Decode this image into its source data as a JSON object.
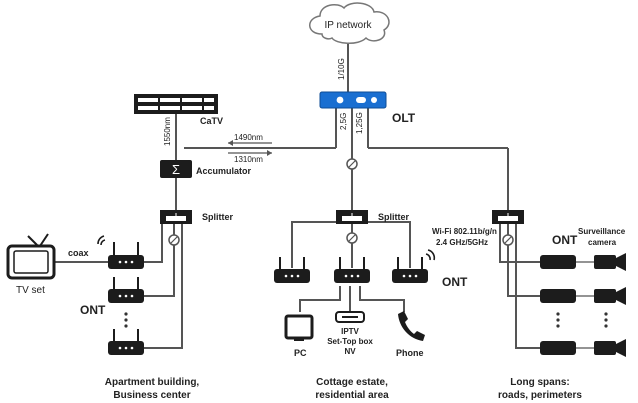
{
  "labels": {
    "ip_network": "IP network",
    "uplink_speed": "1/10G",
    "olt": "OLT",
    "port_2_5g": "2,5G",
    "port_1_25g": "1,25G",
    "catv": "CaTV",
    "lambda_1550": "1550nm",
    "lambda_1490": "1490nm",
    "lambda_1310": "1310nm",
    "accumulator": "Accumulator",
    "splitter_left": "Splitter",
    "splitter_middle": "Splitter",
    "coax": "coax",
    "tv_set": "TV set",
    "ont_left": "ONT",
    "wifi_line1": "Wi-Fi 802.11b/g/n",
    "wifi_line2": "2.4 GHz/5GHz",
    "ont_middle": "ONT",
    "ont_right": "ONT",
    "camera_line1": "Surveillance",
    "camera_line2": "camera",
    "pc": "PC",
    "iptv_line1": "IPTV",
    "iptv_line2": "Set-Top box",
    "iptv_line3": "NV",
    "phone": "Phone",
    "caption_left_line1": "Apartment building,",
    "caption_left_line2": "Business center",
    "caption_middle_line1": "Cottage estate,",
    "caption_middle_line2": "residential area",
    "caption_right_line1": "Long spans:",
    "caption_right_line2": "roads, perimeters"
  },
  "accent_color": "#1a6fd1",
  "device_color": "#1c1c1c",
  "line_color": "#555555"
}
